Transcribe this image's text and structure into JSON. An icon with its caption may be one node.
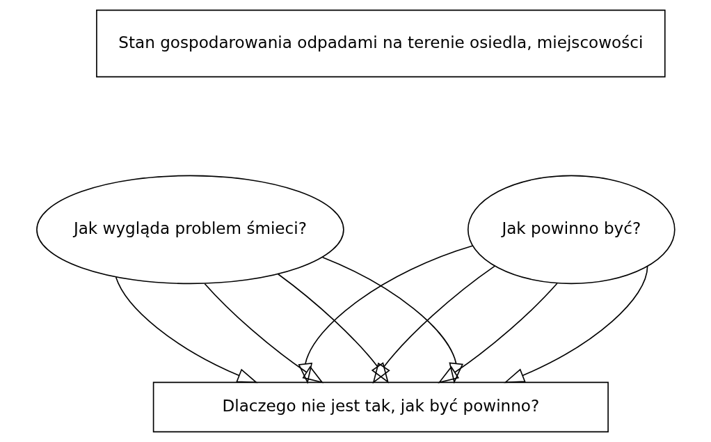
{
  "diagram": {
    "nodes": [
      {
        "text": [
          "Stan gospodarowania odpadami na terenie osiedla, miejscowości"
        ]
      },
      {
        "text": [
          "Jak wygląda problem śmieci?"
        ]
      },
      {
        "text": [
          "Jak powinno być?"
        ]
      },
      {
        "text": [
          "Dlaczego nie jest tak, jak być powinno?"
        ]
      }
    ],
    "edges": [
      {
        "from": 1,
        "to": 3,
        "arrow": "to"
      },
      {
        "from": 1,
        "to": 3,
        "arrow": "to"
      },
      {
        "from": 1,
        "to": 3,
        "arrow": "to"
      },
      {
        "from": 1,
        "to": 3,
        "arrow": "to"
      },
      {
        "from": 2,
        "to": 3,
        "arrow": "to"
      },
      {
        "from": 2,
        "to": 3,
        "arrow": "to"
      },
      {
        "from": 2,
        "to": 3,
        "arrow": "to"
      },
      {
        "from": 2,
        "to": 3,
        "arrow": "to"
      }
    ]
  }
}
